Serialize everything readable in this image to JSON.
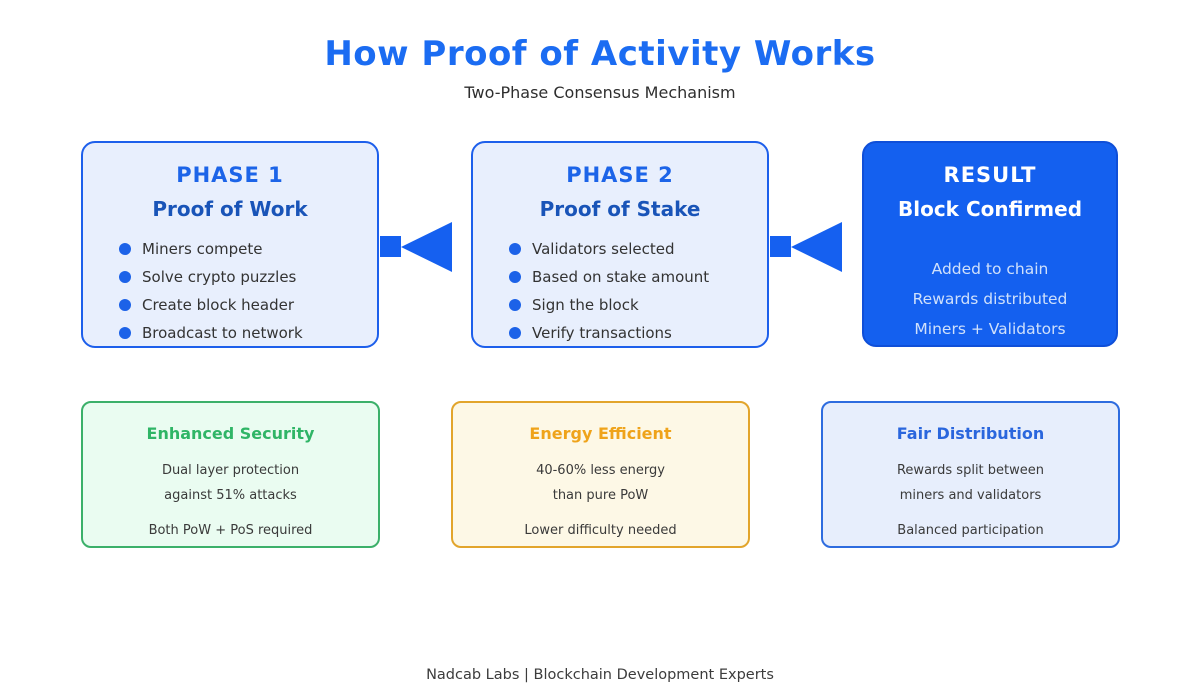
{
  "page": {
    "title": "How Proof of Activity Works",
    "subtitle": "Two-Phase Consensus Mechanism",
    "footer": "Nadcab Labs | Blockchain Development Experts"
  },
  "colors": {
    "title_blue": "#1b6cf2",
    "phase_box_bg": "#e8effd",
    "phase_box_border": "#1d5feb",
    "phase_title": "#1c64e8",
    "phase_subtitle": "#1954b8",
    "bullet_dot": "#1c62e8",
    "arrow": "#1560f0",
    "result_bg": "#1460ef",
    "result_text": "#cfe0fb",
    "security_accent": "#2fb566",
    "security_border": "#3cb06a",
    "security_bg": "#eafcf1",
    "energy_accent": "#efa31a",
    "energy_border": "#e2a52c",
    "energy_bg": "#fdf8e6",
    "fair_accent": "#2a66dd",
    "fair_border": "#2e6cdf",
    "fair_bg": "#e7eefc"
  },
  "phases": [
    {
      "title": "PHASE 1",
      "subtitle": "Proof of Work",
      "items": [
        "Miners compete",
        "Solve crypto puzzles",
        "Create block header",
        "Broadcast to network"
      ]
    },
    {
      "title": "PHASE 2",
      "subtitle": "Proof of Stake",
      "items": [
        "Validators selected",
        "Based on stake amount",
        "Sign the block",
        "Verify transactions"
      ]
    }
  ],
  "result": {
    "title": "RESULT",
    "subtitle": "Block Confirmed",
    "lines": [
      "Added to chain",
      "Rewards distributed",
      "Miners + Validators"
    ]
  },
  "benefits": [
    {
      "title": "Enhanced Security",
      "lines": [
        "Dual layer protection",
        "against 51% attacks",
        "Both PoW + PoS required"
      ]
    },
    {
      "title": "Energy Efficient",
      "lines": [
        "40-60% less energy",
        "than pure PoW",
        "Lower difficulty needed"
      ]
    },
    {
      "title": "Fair Distribution",
      "lines": [
        "Rewards split between",
        "miners and validators",
        "Balanced participation"
      ]
    }
  ]
}
